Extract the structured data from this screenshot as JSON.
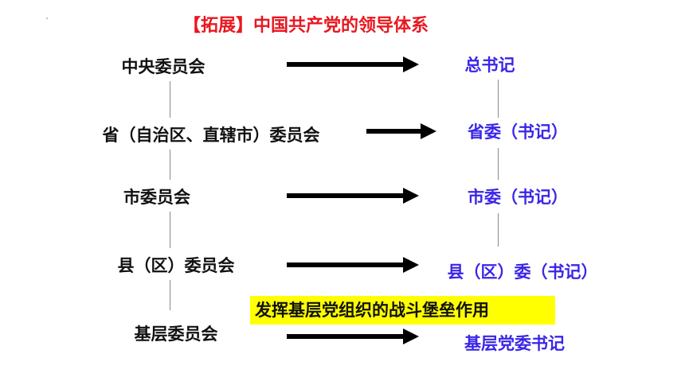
{
  "title": "【拓展】中国共产党的领导体系",
  "colors": {
    "title": "#e8171f",
    "right": "#3a25e8",
    "highlight": "#ffff00"
  },
  "left_levels": [
    "中央委员会",
    "省（自治区、直辖市）委员会",
    "市委员会",
    "县（区）委员会",
    "基层委员会"
  ],
  "right_levels": [
    "总书记",
    "省委（书记）",
    "市委（书记）",
    "县（区）委（书记）",
    "基层党委书记"
  ],
  "highlight_text": "发挥基层党组织的战斗堡垒作用"
}
